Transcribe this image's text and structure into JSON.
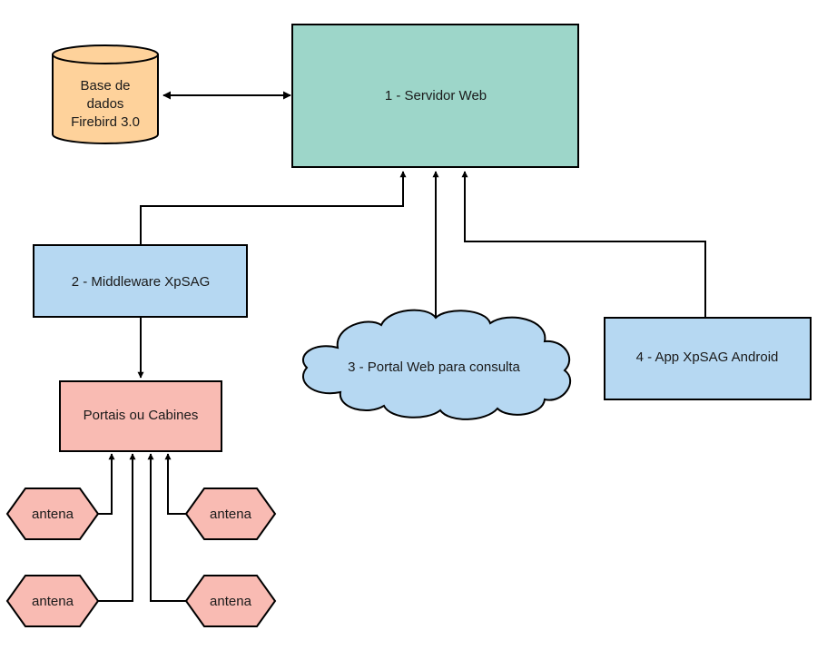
{
  "nodes": {
    "database": {
      "lines": [
        "Base de",
        "dados",
        "Firebird 3.0"
      ],
      "fill": "#fed29b"
    },
    "web_server": {
      "label": "1 - Servidor Web",
      "fill": "#9dd6c9"
    },
    "middleware": {
      "label": "2 - Middleware XpSAG",
      "fill": "#b6d8f2"
    },
    "portal": {
      "label": "3 - Portal Web para consulta",
      "fill": "#b6d8f2"
    },
    "android_app": {
      "label": "4 - App XpSAG Android",
      "fill": "#b6d8f2"
    },
    "gates": {
      "label": "Portais ou Cabines",
      "fill": "#f9bbb3"
    },
    "antennas": [
      {
        "label": "antena"
      },
      {
        "label": "antena"
      },
      {
        "label": "antena"
      },
      {
        "label": "antena"
      }
    ]
  },
  "colors": {
    "antenna_fill": "#f9bbb3",
    "line": "#000000"
  }
}
